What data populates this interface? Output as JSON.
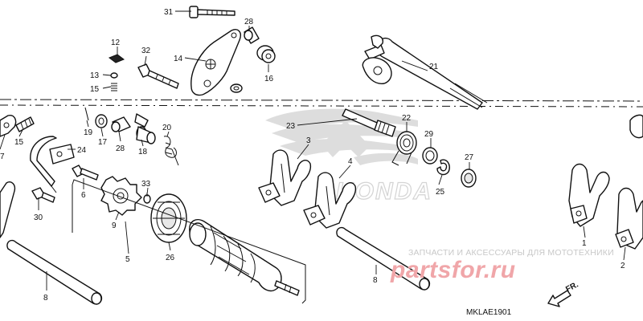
{
  "diagram_code": "MKLAE1901",
  "watermark": {
    "tagline": "ЗАПЧАСТИ И АКСЕССУАРЫ ДЛЯ МОТОТЕХНИКИ",
    "logo_text": "partsfor.ru",
    "brand_mark": "HONDA",
    "colors": {
      "red": "#e8232b",
      "gray": "#d8d8d8"
    }
  },
  "direction_marker": {
    "label": "FR."
  },
  "callouts": [
    {
      "id": "c31",
      "number": "31"
    },
    {
      "id": "c28a",
      "number": "28"
    },
    {
      "id": "c12",
      "number": "12"
    },
    {
      "id": "c32",
      "number": "32"
    },
    {
      "id": "c14",
      "number": "14"
    },
    {
      "id": "c16",
      "number": "16"
    },
    {
      "id": "c13",
      "number": "13"
    },
    {
      "id": "c15a",
      "number": "15"
    },
    {
      "id": "c21",
      "number": "21"
    },
    {
      "id": "c19",
      "number": "19"
    },
    {
      "id": "c17a",
      "number": "17"
    },
    {
      "id": "c28b",
      "number": "28"
    },
    {
      "id": "c18",
      "number": "18"
    },
    {
      "id": "c20",
      "number": "20"
    },
    {
      "id": "c15b",
      "number": "15"
    },
    {
      "id": "c7",
      "number": "7"
    },
    {
      "id": "c23",
      "number": "23"
    },
    {
      "id": "c22",
      "number": "22"
    },
    {
      "id": "c29",
      "number": "29"
    },
    {
      "id": "c3",
      "number": "3"
    },
    {
      "id": "c24",
      "number": "24"
    },
    {
      "id": "c27",
      "number": "27"
    },
    {
      "id": "c4",
      "number": "4"
    },
    {
      "id": "c25",
      "number": "25"
    },
    {
      "id": "c6",
      "number": "6"
    },
    {
      "id": "c33",
      "number": "33"
    },
    {
      "id": "c30",
      "number": "30"
    },
    {
      "id": "c9",
      "number": "9"
    },
    {
      "id": "c1",
      "number": "1"
    },
    {
      "id": "c2",
      "number": "2"
    },
    {
      "id": "c5",
      "number": "5"
    },
    {
      "id": "c26",
      "number": "26"
    },
    {
      "id": "c8a",
      "number": "8"
    },
    {
      "id": "c8b",
      "number": "8"
    }
  ]
}
